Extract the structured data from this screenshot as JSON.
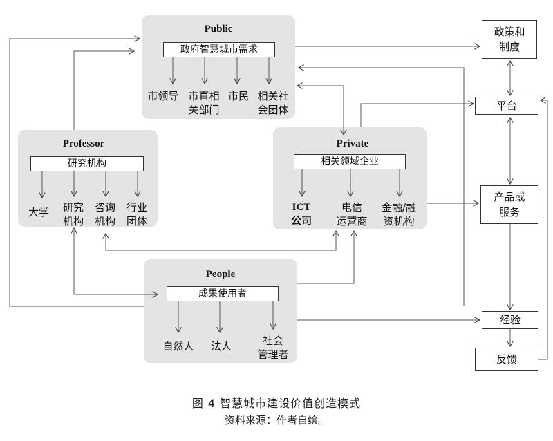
{
  "groups": {
    "public": {
      "title": "Public",
      "header": "政府智慧城市需求",
      "members": [
        "市领导",
        "市直相\n关部门",
        "市民",
        "相关社\n会团体"
      ]
    },
    "professor": {
      "title": "Professor",
      "header": "研究机构",
      "members": [
        "大学",
        "研究\n机构",
        "咨询\n机构",
        "行业\n团体"
      ]
    },
    "private": {
      "title": "Private",
      "header": "相关领域企业",
      "members": [
        "ICT\n公司",
        "电信\n运营商",
        "金融/融\n资机构"
      ]
    },
    "people": {
      "title": "People",
      "header": "成果使用者",
      "members": [
        "自然人",
        "法人",
        "社会\n管理者"
      ]
    }
  },
  "right_boxes": {
    "policy": "政策和\n制度",
    "platform": "平台",
    "product": "产品或\n服务",
    "experience": "经验",
    "feedback": "反馈"
  },
  "caption": "图 4   智慧城市建设价值创造模式",
  "source": "资料来源：作者自绘。"
}
